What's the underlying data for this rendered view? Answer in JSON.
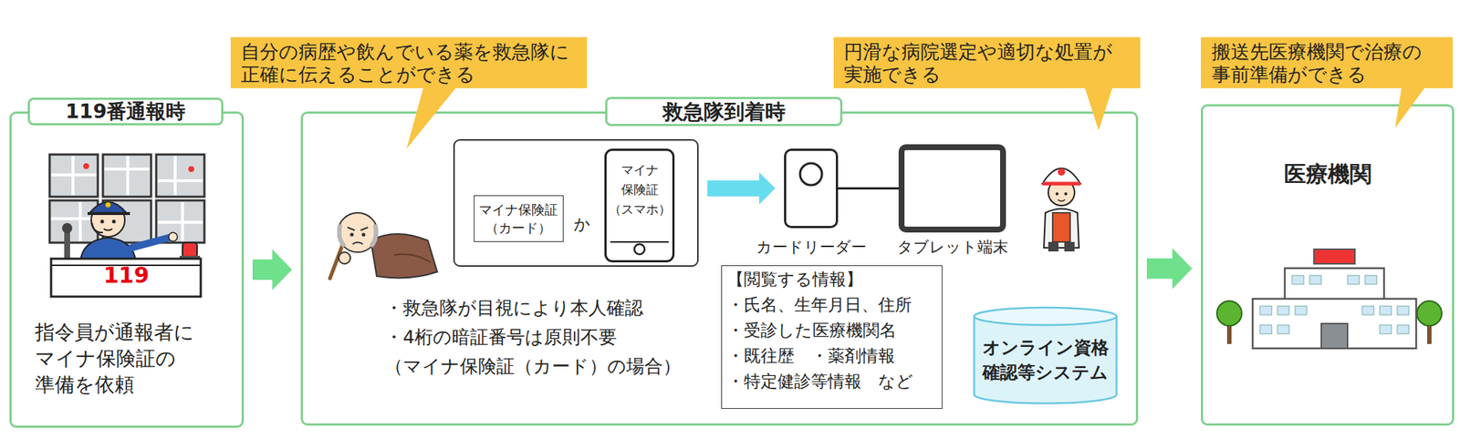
{
  "diagram": {
    "nodes": [
      {
        "text": [
          "119番通報時",
          "指令員が通報者に マイナ保険証の 準備を依頼"
        ]
      },
      {
        "text": [
          "自分の病歴や飲んでいる薬を救急隊に 正確に伝えることができる"
        ]
      },
      {
        "text": [
          "救急隊到着時",
          "・救急隊が目視により本人確認",
          "・4桁の暗証番号は原則不要 （マイナ保険証（カード）の場合）"
        ]
      },
      {
        "text": [
          "か"
        ],
        "in": 2
      },
      {
        "text": [
          "マイナ保険証 （カード）"
        ],
        "in": 3
      },
      {
        "text": [
          "マイナ 保険証 （スマホ）"
        ],
        "in": 3
      },
      {
        "text": [
          "カードリーダー"
        ],
        "in": 2
      },
      {
        "text": [
          "タブレット端末"
        ],
        "in": 2
      },
      {
        "text": [
          "【閲覧する情報】",
          "・氏名、生年月日、住所",
          "・受診した医療機関名",
          "・既往歴　・薬剤情報",
          "・特定健診等情報　など"
        ],
        "in": 2
      },
      {
        "text": [
          "オンライン資格 確認等システム"
        ],
        "in": 2
      },
      {
        "text": [
          "円滑な病院選定や適切な処置が 実施できる"
        ]
      },
      {
        "text": [
          "搬送先医療機関で治療の 事前準備ができる"
        ]
      },
      {
        "text": [
          "医療機関"
        ]
      }
    ],
    "edges": [
      {
        "from": 0,
        "to": 2,
        "arrow": "to"
      },
      {
        "from": 3,
        "to": 6,
        "arrow": "to"
      },
      {
        "from": 6,
        "to": 7,
        "arrow": "none"
      },
      {
        "from": 2,
        "to": 12,
        "arrow": "to"
      }
    ],
    "labels": [
      "119"
    ]
  }
}
